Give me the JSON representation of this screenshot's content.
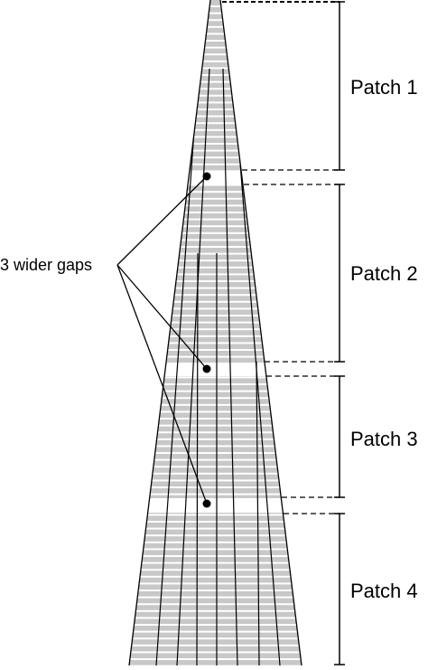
{
  "annotation": {
    "label": "3 wider gaps"
  },
  "patches": [
    {
      "label": "Patch 1"
    },
    {
      "label": "Patch 2"
    },
    {
      "label": "Patch 3"
    },
    {
      "label": "Patch 4"
    }
  ],
  "colors": {
    "fill": "#c8c8c8",
    "stripe": "#ffffff",
    "line": "#000000",
    "background": "#ffffff"
  }
}
